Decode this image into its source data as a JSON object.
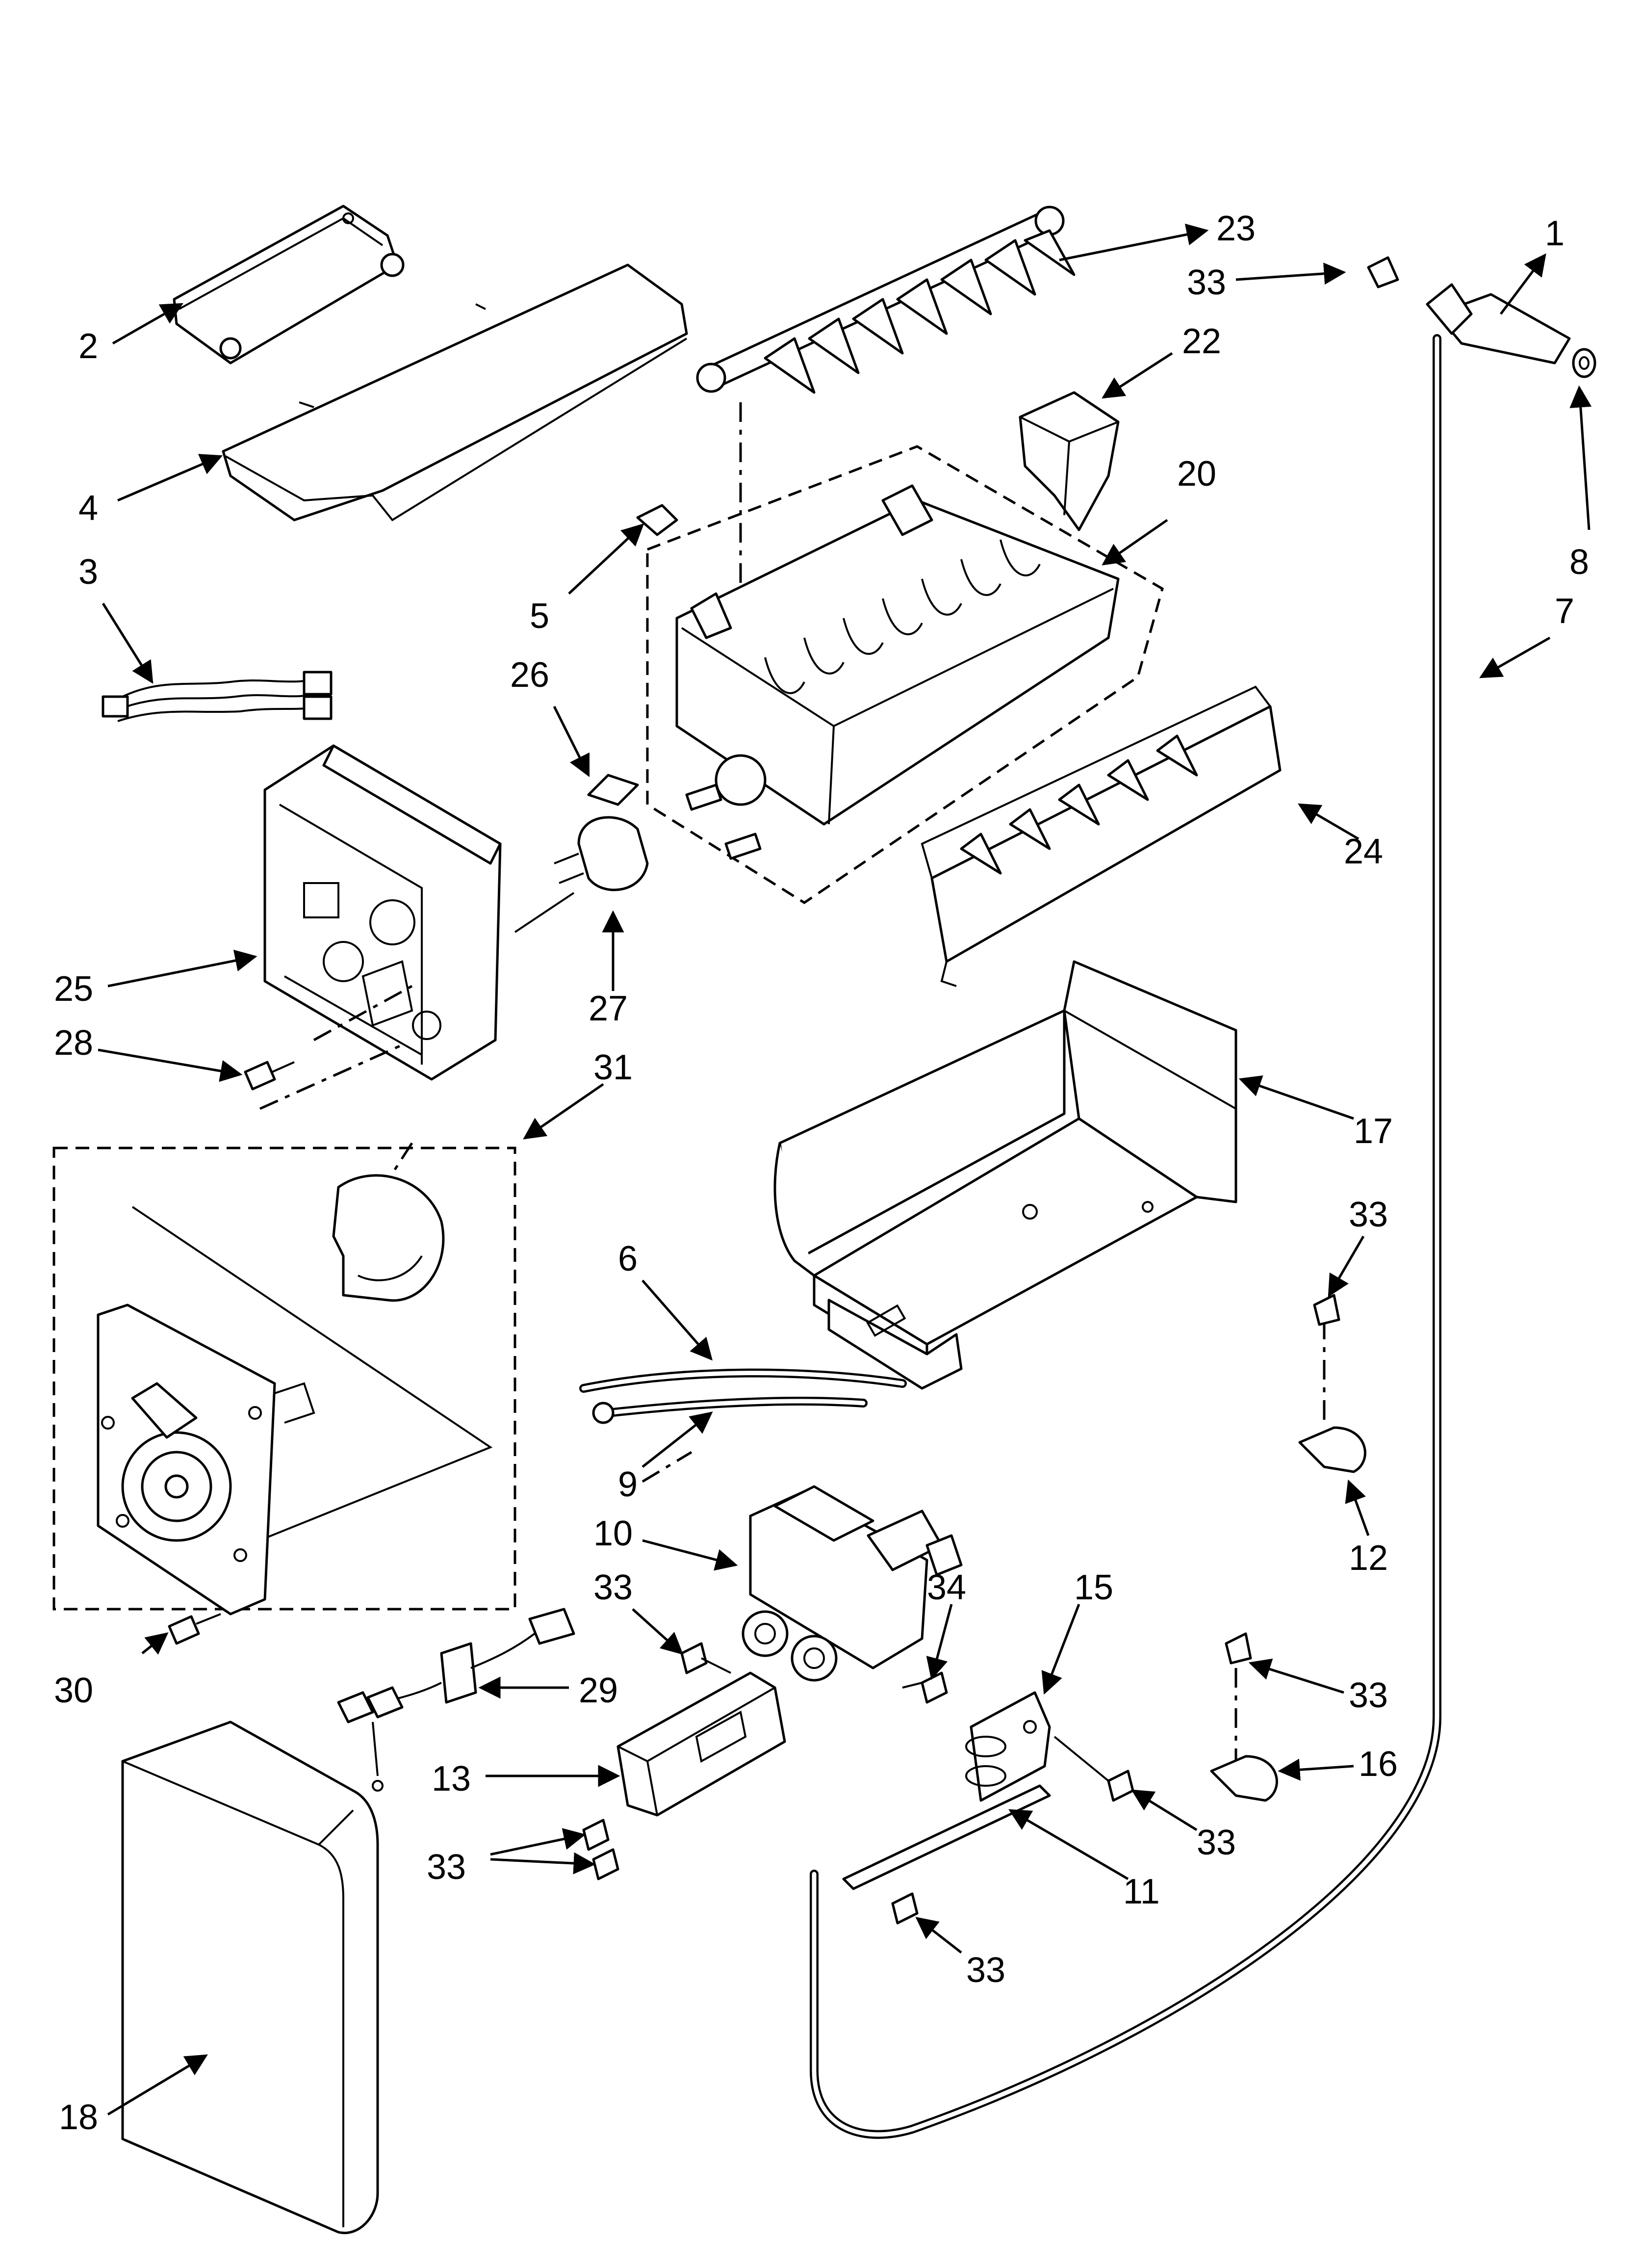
{
  "callouts": {
    "c1": "1",
    "c2": "2",
    "c3": "3",
    "c4": "4",
    "c5": "5",
    "c6": "6",
    "c7": "7",
    "c8": "8",
    "c9": "9",
    "c10": "10",
    "c11": "11",
    "c12": "12",
    "c13": "13",
    "c15": "15",
    "c16": "16",
    "c17": "17",
    "c18": "18",
    "c20": "20",
    "c22": "22",
    "c23": "23",
    "c24": "24",
    "c25": "25",
    "c26": "26",
    "c27": "27",
    "c28": "28",
    "c29": "29",
    "c30": "30",
    "c31": "31",
    "c33_top": "33",
    "c33_right_bracket": "33",
    "c33_valve": "33",
    "c33_pair": "33",
    "c33_clamp16": "33",
    "c33_bracket15": "33",
    "c33_bottom": "33",
    "c34": "34"
  }
}
